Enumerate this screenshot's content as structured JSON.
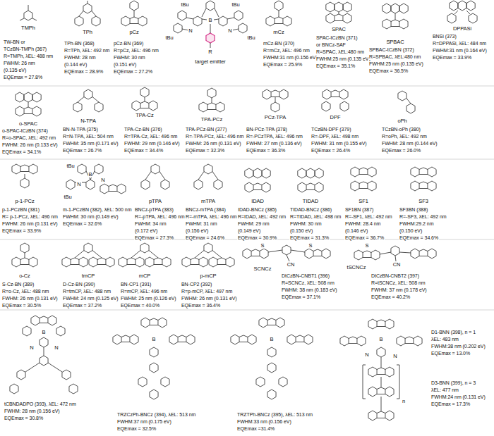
{
  "diagram": {
    "labels": [
      "TMPh",
      "TW-BN or",
      "TCzBN-TMPh (367)",
      "R=TMPh, λEL: 488 nm",
      "FWHM: 26 nm",
      "(0.135 eV)",
      "EQEmax = 27.8%",
      "TPh",
      "TPh-BN (368)",
      "R=TPh, λEL: 492 nm",
      "FWHM: 28 nm",
      "(0.144 eV)",
      "EQEmax = 28.9%",
      "pCz",
      "pCz-BN (369)",
      "R=pCz, λEL: 496 nm",
      "FWHM: 30 nm",
      "(0.151 eV)",
      "EQEmax = 27.2%",
      "tBu",
      "tBu",
      "tBu",
      "tBu",
      "N",
      "N",
      "B",
      "R",
      "target emitter",
      "mCz",
      "mCz-BN (370)",
      "R=mCz, λEL: 496 nm",
      "FWHM:31 nm (0.156 eV)",
      "EQEmax = 25.9%",
      "SPAC",
      "SPAC-tCzBN (371)",
      "or BNCz-SAF",
      "R=SPAC, λEL:480 nm",
      "FWHM:25 nm (0.135 eV)",
      "EQEmax = 35.1%",
      "SPBAC",
      "SPBAC-tCzBN (372)",
      "R=SPBAC, λEL:480 nm",
      "FWHM:25 nm (0.135 eV)",
      "EQEmax = 36.5%",
      "DPPASi",
      "BNSi (373)",
      "R=DPPASi, λEL: 484 nm",
      "FWHM:31 nm (0.164 eV)",
      "EQEmax = 33.9%",
      "o-SPAC",
      "o-SPAC-tCzBN (374)",
      "R=o-SPAC, λEL: 492 nm",
      "FWHM: 26 nm (0.133 eV)",
      "EQEmax = 34.1%",
      "N-TPA",
      "BN-N-TPA (375)",
      "R=N-TPA, λEL: 504 nm",
      "FWHM: 35 nm (0.171 eV)",
      "EQEmax = 26.7%",
      "TPA-Cz",
      "TPA-Cz-BN (376)",
      "R=TPA-Cz, λEL: 496 nm",
      "FWHM: 29 nm (0.146 eV)",
      "EQEmax = 34.4%",
      "TPA-PCz",
      "TPA-PCz-BN (377)",
      "R=-TPA-PCz, λEL: 496 nm",
      "FWHM: 26 nm (0.131 eV)",
      "EQEmax = 32.3%",
      "PCz-TPA",
      "BN-PCz-TPA (378)",
      "R=-PCzTPA, λEL: 496 nm",
      "FWHM: 27 nm (0.136 eV)",
      "EQEmax = 36.3%",
      "DPF",
      "TCzBN-DPF (379)",
      "R=-DPF, λEL: 498 nm",
      "FWHM: 31 nm (0.155 eV)",
      "EQEmax = 26.4%",
      "oPh",
      "TCzBN-oPh (380)",
      "R=oPh, λEL: 492 nm",
      "FWHM: 28 nm (0.144 eV)",
      "EQEmax = 26.0%",
      "p-1-PCz",
      "p-1-PCzBN (381)",
      "R= p-1-PCz, λEL: 496 nm",
      "FWHM: 26 nm (0.131 eV)",
      "EQEmax = 33.9%",
      "tBu",
      "B",
      "N",
      "N",
      "tBu",
      "m-1-PCzBN (382), λEL: 500 nm",
      "FWHM: 30 nm (0.149 eV)",
      "EQEmax = 32.6%",
      "pTPA",
      "BNCz-pTPA (383)",
      "R=-pTPA, λEL: 496 nm",
      "FWHM: 34 nm",
      "(0.172 eV)",
      "EQEmax = 27.3%",
      "mTPA",
      "BNCz-mTPA (384)",
      "R=-mTPA, λEL: 496 nm",
      "FWHM: 31 nm",
      "(0.156 eV)",
      "EQEmax = 24.6%",
      "IDAD",
      "IDAD-BNCz (385)",
      "R=IDAD, λEL: 492 nm",
      "FWHM: 29 nm",
      "(0.149 eV)",
      "EQEmax = 30.9%",
      "TIDAD",
      "TIDAD-BNCz (386)",
      "R=TIDAD, λEL: 498 nm",
      "FWHM: 30 nm",
      "(0.150 eV)",
      "EQEmax = 31.3%",
      "SF1",
      "SF1BN (387)",
      "R=-SF1, λEL: 492 nm",
      "FWHM: 28.4 nm",
      "(0.146 eV)",
      "EQEmax = 36.7%",
      "SF3",
      "SF3BN (388)",
      "R=-SF3, λEL: 492 nm",
      "FWHM:29.2 nm",
      "(0.150 eV)",
      "EQEmax = 34.6%",
      "o-Cz",
      "S-Cz-BN (389)",
      "R=o-Cz, λEL: 488 nm",
      "FWHM: 26 nm (0.131 eV)",
      "EQEmax = 30.5%",
      "tmCP",
      "D-Cz-BN (390)",
      "R=tmCP, λEL: 488 nm",
      "FWHM: 24 nm (0.125 eV)",
      "EQEmax = 37.2%",
      "mCP",
      "BN-CP1 (391)",
      "R=mCP, λEL: 496 nm",
      "FWHM: 25 nm (0.126 eV)",
      "EQEmax = 40.0%",
      "p-mCP",
      "BN-CP2 (392)",
      "R=p-mCP, λEL: 497 nm",
      "FWHM: 26 nm (0.131 eV)",
      "EQEmax = 36.4%",
      "S",
      "S",
      "CN",
      "SCNCz",
      "DtCzBN-CNBT1 (396)",
      "R=SCNCz, λEL: 508 nm",
      "FWHM: 38 nm (0.183 eV)",
      "EQEmax = 37.1%",
      "S",
      "CN",
      "tSCNCz",
      "DtCzBN-CNBT2 (397)",
      "R=tSCNCz, λEL: 508 nm",
      "FWHM: 37 nm (0.178 eV)",
      "EQEmax = 40.2%",
      "B",
      "N",
      "N",
      "tCBNDADPO (393), λEL: 472 nm",
      "FWHM: 28 nm (0.156 eV)",
      "EQEmax = 30.8%",
      "B",
      "TRZCzPh-BNCz (394), λEL: 513 nm",
      "FWHM:37 nm (0.175 eV)",
      "EQEmax = 32.5%",
      "B",
      "TRZTPh-BNCz (395), λEL: 513 nm",
      "FWHM:33 nm (0.156 eV)",
      "EQEmax =31.4%",
      "B",
      "N",
      "N",
      "n",
      "D1-BNN (398), n = 1",
      "λEL: 483 nm",
      "FWHM:38 nm (0.202 eV)",
      "EQEmax = 13.0%",
      "D3-BNN (399), n = 3",
      "λEL: 477 nm",
      "FWHM:24 nm (0.131 eV)",
      "EQEmax = 17.3%"
    ]
  }
}
